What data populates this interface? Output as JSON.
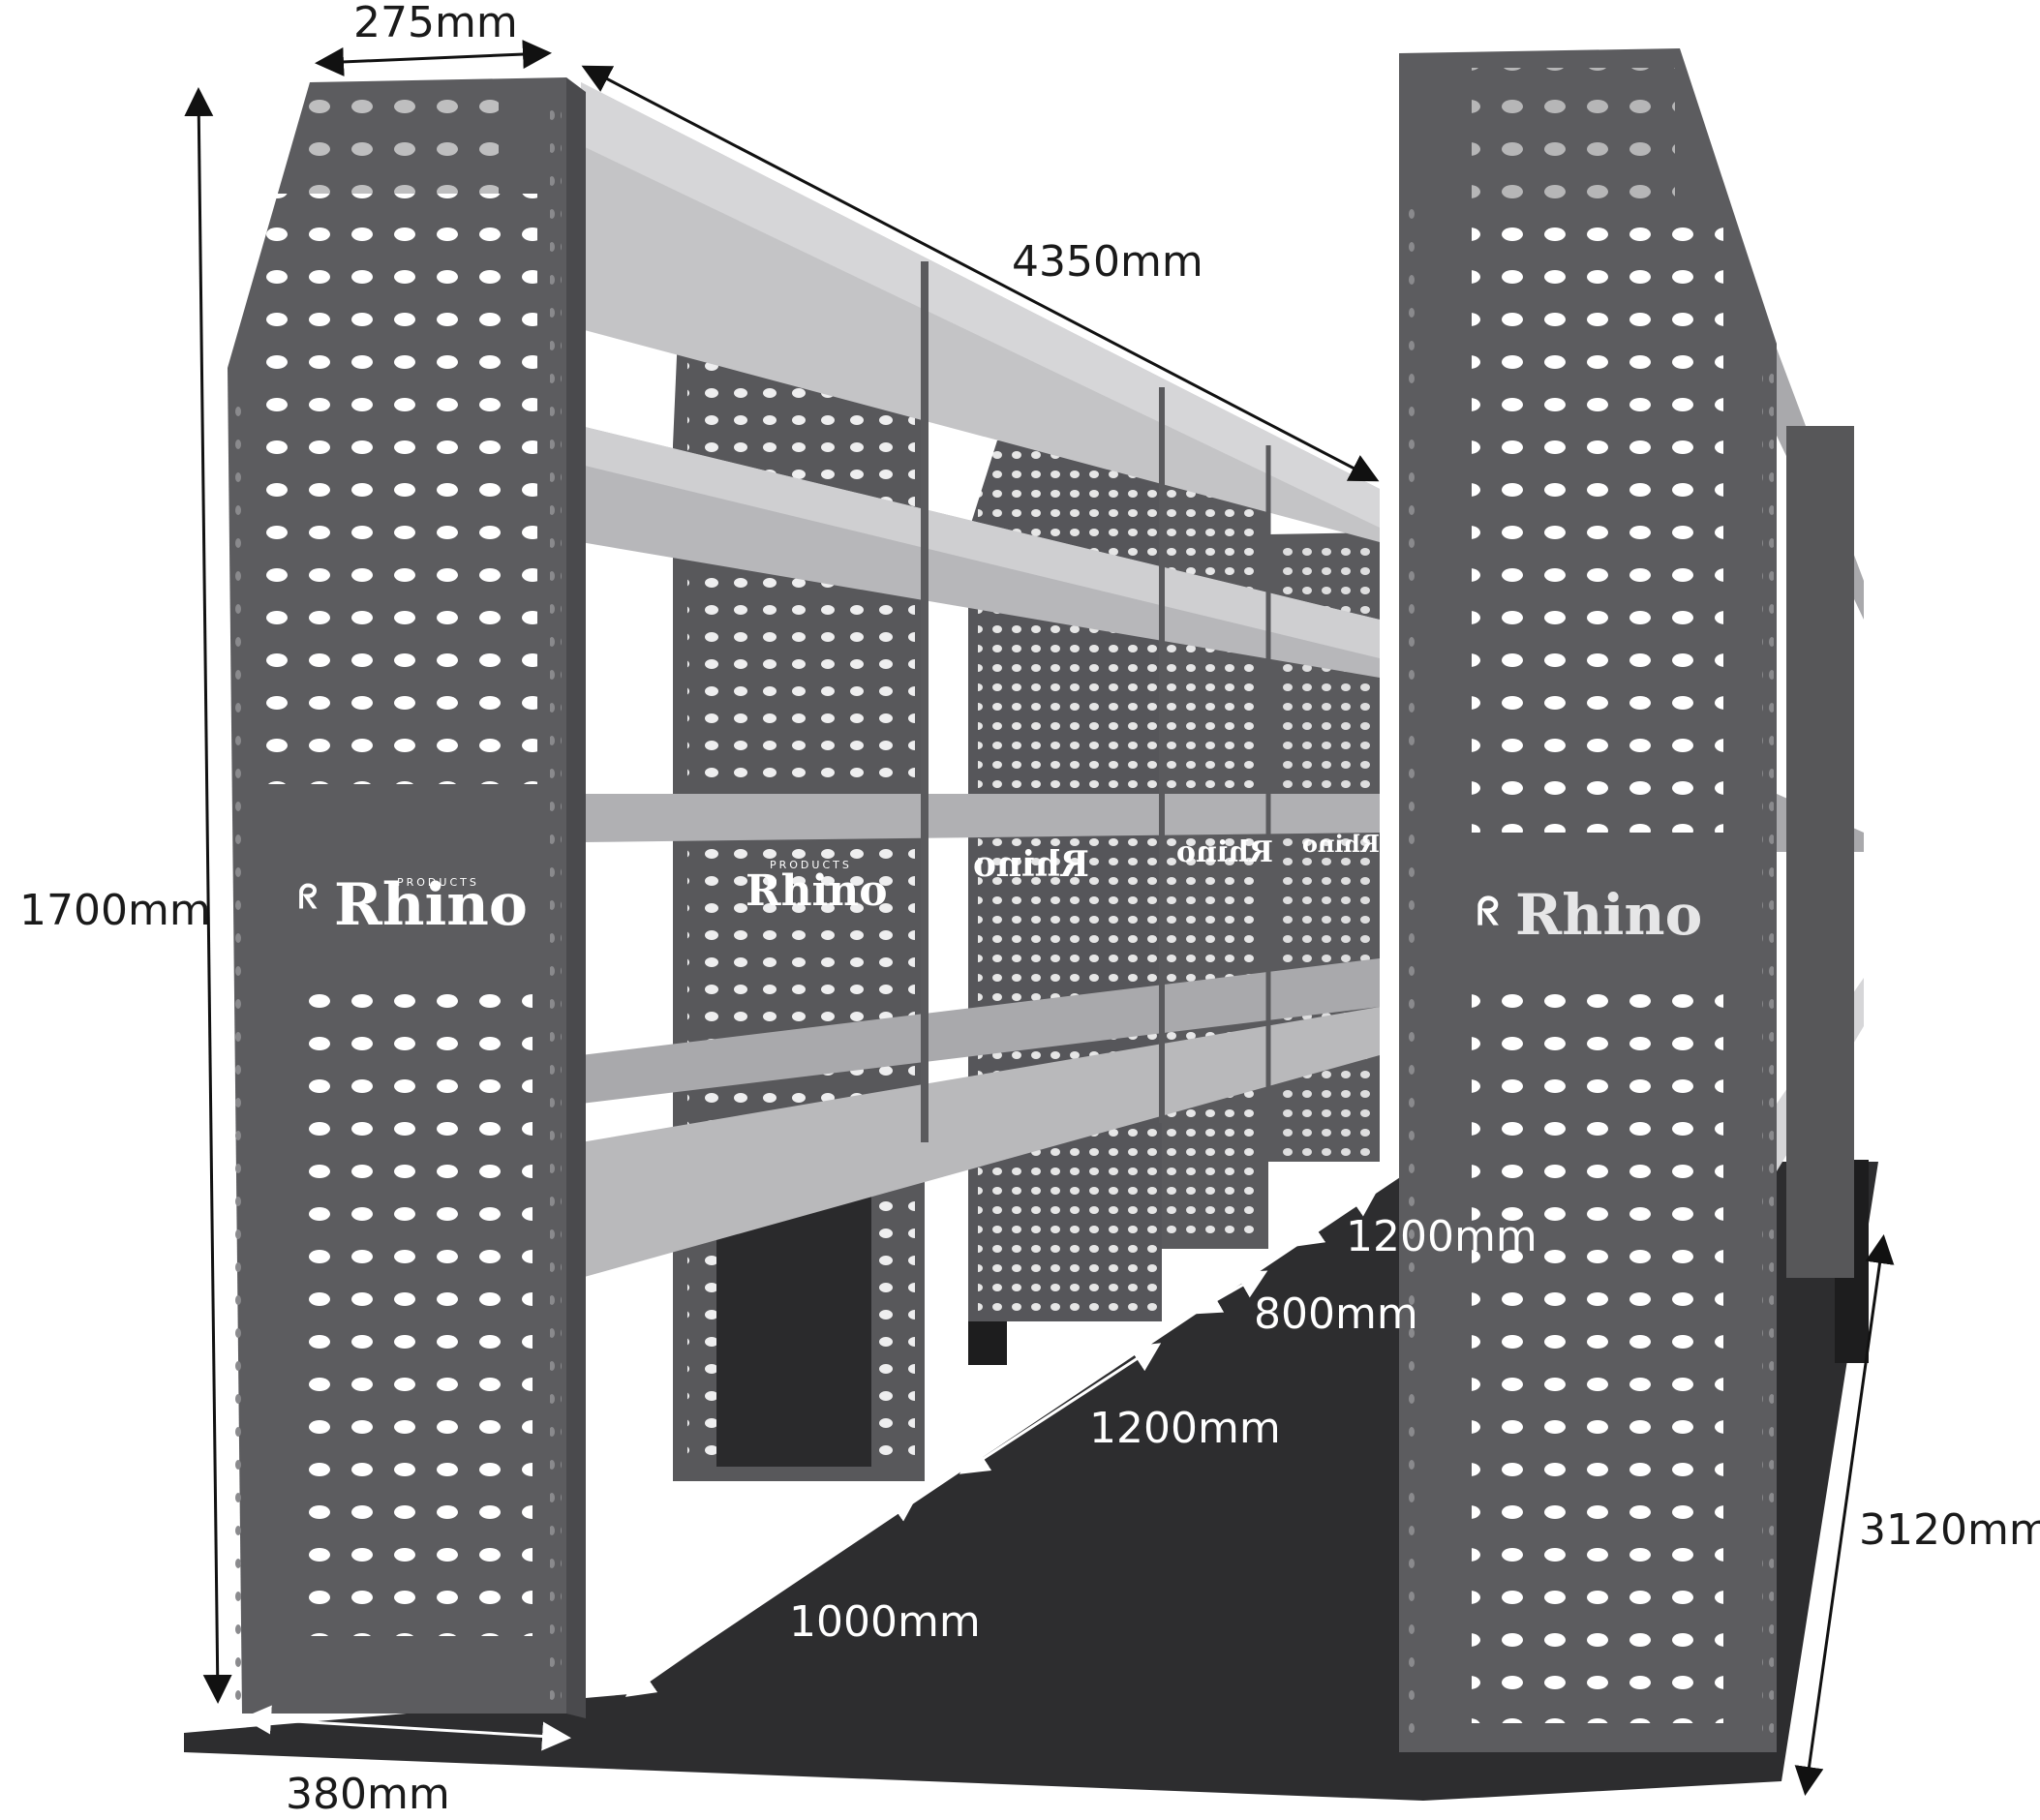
{
  "brand": {
    "name": "Rhino",
    "tagline": "PRODUCTS",
    "logo_icon": "rhino-head-icon"
  },
  "dimensions": {
    "top_depth": "275mm",
    "total_length": "4350mm",
    "height": "1700mm",
    "bottom_depth": "380mm",
    "bay_1": "1000mm",
    "bay_2": "1200mm",
    "bay_3": "800mm",
    "bay_4": "1200mm",
    "right_length": "3120mm"
  },
  "colors": {
    "panel": "#5c5c5f",
    "panel_dark": "#4a4a4d",
    "shelf": "#b9b9bb",
    "shelf_dark": "#8e8e91",
    "floor": "#2d2d2f",
    "hole": "#ffffff"
  }
}
